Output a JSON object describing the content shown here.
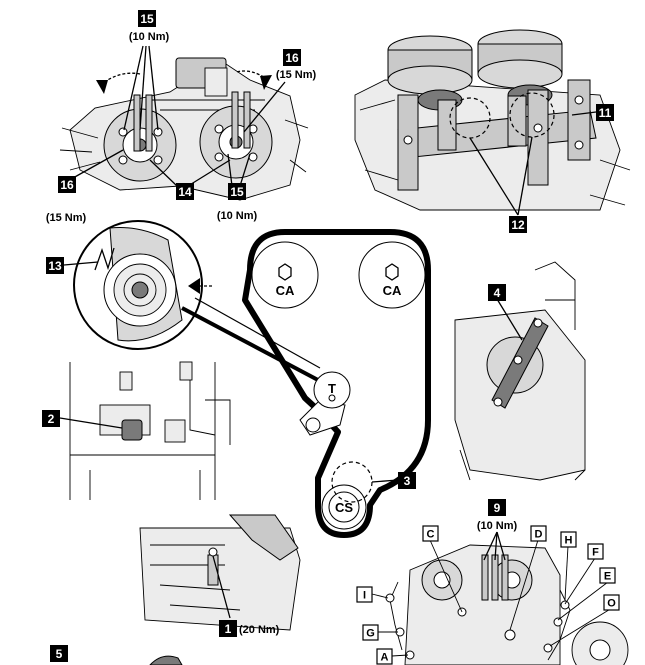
{
  "callouts": {
    "c15_left": "15",
    "c15_right": "15",
    "c16_left": "16",
    "c16_right": "16",
    "c14": "14",
    "c11": "11",
    "c12": "12",
    "c13": "13",
    "c2": "2",
    "c4": "4",
    "c3": "3",
    "c9": "9",
    "c1": "1",
    "c5": "5"
  },
  "torques": {
    "t15_top": "(10 Nm)",
    "t16_right": "(15 Nm)",
    "t16_left": "(15 Nm)",
    "t15_bottom": "(10 Nm)",
    "t9": "(10 Nm)",
    "t1": "(20 Nm)"
  },
  "pulley_labels": {
    "cam_left": "CA",
    "cam_right": "CA",
    "tensioner": "T",
    "crank": "CS"
  },
  "letter_tags": {
    "C": "C",
    "D": "D",
    "H": "H",
    "F": "F",
    "E": "E",
    "O": "O",
    "I": "I",
    "G": "G",
    "A": "A"
  }
}
